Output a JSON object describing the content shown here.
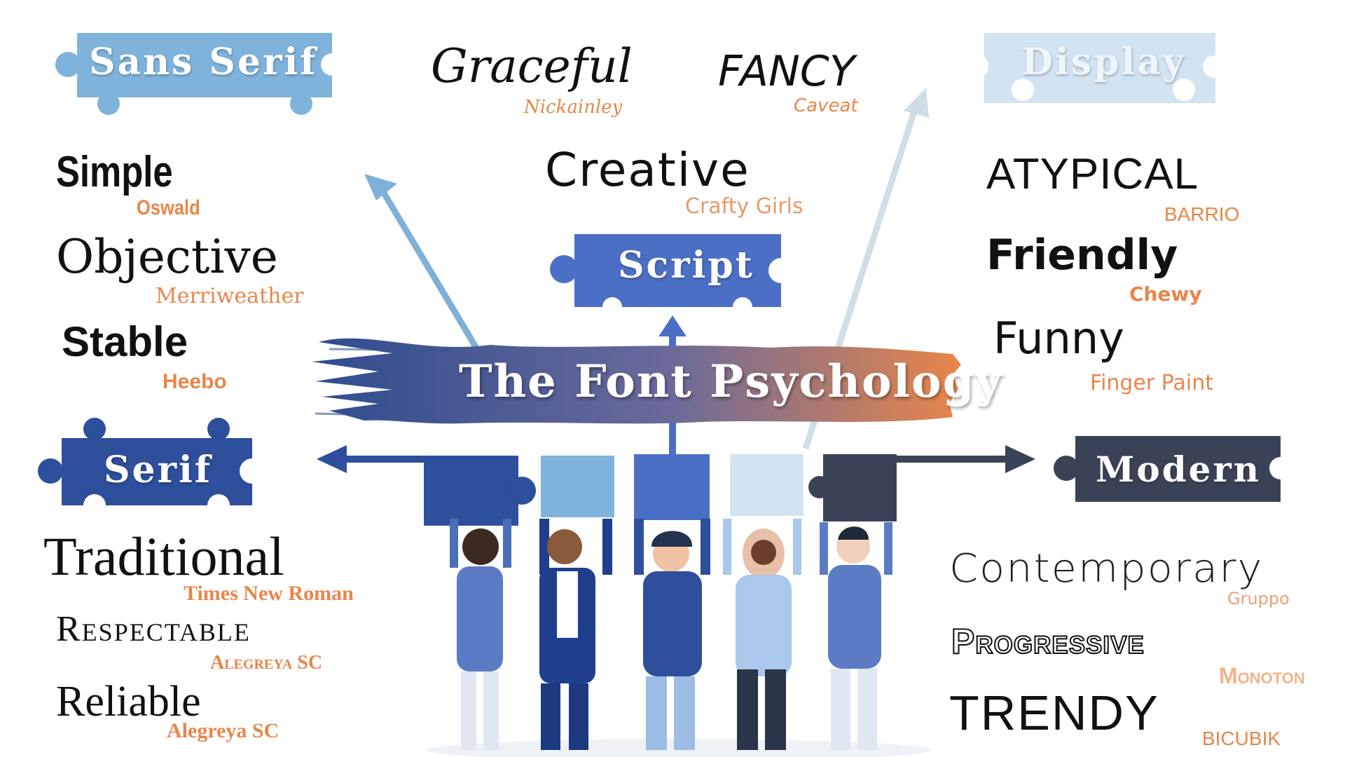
{
  "title": "The Font Psychology",
  "categories": {
    "sans_serif": "Sans Serif",
    "script": "Script",
    "display": "Display",
    "serif": "Serif",
    "modern": "Modern"
  },
  "sans_serif_group": [
    {
      "word": "Simple",
      "font": "Oswald"
    },
    {
      "word": "Objective",
      "font": "Merriweather"
    },
    {
      "word": "Stable",
      "font": "Heebo"
    }
  ],
  "script_group": [
    {
      "word": "Graceful",
      "font": "Nickainley"
    },
    {
      "word": "FANCY",
      "font": "Caveat"
    },
    {
      "word": "Creative",
      "font": "Crafty Girls"
    }
  ],
  "display_group": [
    {
      "word": "ATYPICAL",
      "font": "BARRIO"
    },
    {
      "word": "Friendly",
      "font": "Chewy"
    },
    {
      "word": "Funny",
      "font": "Finger Paint"
    }
  ],
  "serif_group": [
    {
      "word": "Traditional",
      "font": "Times New Roman"
    },
    {
      "word": "Respectable",
      "font": "Alegreya SC"
    },
    {
      "word": "Reliable",
      "font": "Alegreya SC"
    }
  ],
  "modern_group": [
    {
      "word": "Contemporary",
      "font": "Gruppo"
    },
    {
      "word": "Progressive",
      "font": "Monoton"
    },
    {
      "word": "TRENDY",
      "font": "BICUBIK"
    }
  ],
  "colors": {
    "sans_serif": "#7fb3dc",
    "script": "#4b6fc4",
    "display": "#d2e3f1",
    "serif": "#2d4f9c",
    "modern": "#3a4356",
    "font_label": "#e8864a",
    "brush_start": "#2f4c8f",
    "brush_end": "#e8864a"
  }
}
